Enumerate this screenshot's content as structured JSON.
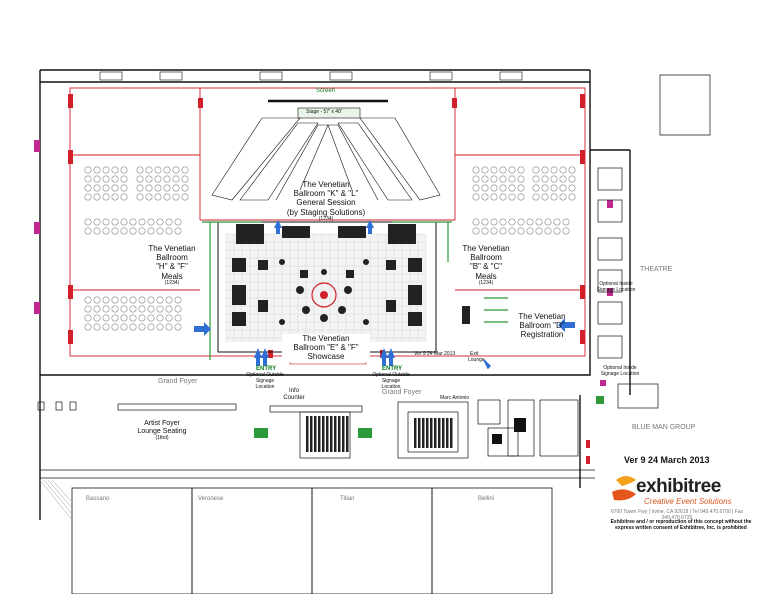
{
  "plan": {
    "stage_label": "Stage - 57' x 40'",
    "screen_label": "Screen",
    "general_session": {
      "line1": "The Venetian",
      "line2": "Ballroom \"K\" & \"L\"",
      "line3": "General Session",
      "line4": "(by Staging Solutions)",
      "code": "(1234)"
    },
    "meals_left": {
      "line1": "The Venetian",
      "line2": "Ballroom",
      "line3": "\"H\" & \"F\"",
      "line4": "Meals",
      "code": "(1234)"
    },
    "meals_right": {
      "line1": "The Venetian",
      "line2": "Ballroom",
      "line3": "\"B\" & \"C\"",
      "line4": "Meals",
      "code": "(1234)"
    },
    "registration": {
      "line1": "The Venetian",
      "line2": "Ballroom \"D\"",
      "line3": "Registration"
    },
    "showcase": {
      "line1": "The Venetian",
      "line2": "Ballroom \"E\" & \"F\"",
      "line3": "Showcase"
    },
    "theatre": "THEATRE",
    "blue_man": "BLUE MAN GROUP",
    "grand_foyer_left": "Grand Foyer",
    "grand_foyer_right": "Grand Foyer",
    "info_counter": {
      "line1": "Info",
      "line2": "Counter"
    },
    "artist_foyer": {
      "line1": "Artist Foyer",
      "line2": "Lounge Seating",
      "line3": "(1tbd)"
    },
    "marc_antonio": "Marc Antonio",
    "bottom_rooms": [
      "Bassano",
      "Veronese",
      "Titian",
      "Bellini"
    ],
    "entry_left": "ENTRY",
    "entry_right": "ENTRY",
    "entry_sub": "Optional Outside Signage Location",
    "optional_signage_right": "Optional Inside Signage Location",
    "optional_signage_theatre": "Optional Inside Signage Location",
    "ver_small": "Ver 9   24 Mar 2013",
    "exit_label": "Exit",
    "lounge_label": "Lounge"
  },
  "version_text": "Ver 9 24 March 2013",
  "brand": {
    "name": "exhibitree",
    "tagline": "Creative Event Solutions",
    "address": "6700 Tower Fwy | Irvine, CA 92618 | Tel 949.470.6700 | Fax 949.470.6720",
    "disclaimer_line1": "Exhibitree and / or reproduction of this concept without the",
    "disclaimer_line2": "express written consent of Exhibitree, Inc. is prohibited",
    "accent_color": "#e4561c",
    "accent_color_2": "#f3a01a"
  },
  "colors": {
    "wall": "#111111",
    "red_column": "#d21f2a",
    "door_magenta": "#c0288f",
    "exit_green": "#2a9a3a",
    "arrow_blue": "#2f6fd6"
  }
}
